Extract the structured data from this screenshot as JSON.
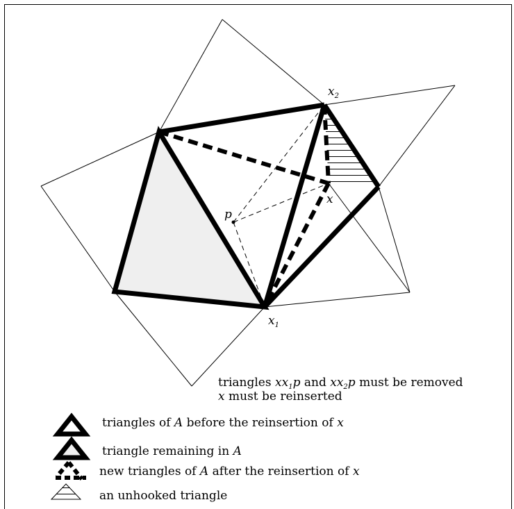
{
  "labels": {
    "x2_base": "x",
    "x2_sub": "2",
    "x1_base": "x",
    "x1_sub": "1",
    "x": "x",
    "p": "p"
  },
  "note": {
    "line1_a": "triangles ",
    "line1_b": "xx",
    "line1_c": "1",
    "line1_d": "p",
    "line1_e": " and ",
    "line1_f": "xx",
    "line1_g": "2",
    "line1_h": "p",
    "line1_i": " must be removed",
    "line2_a": "x",
    "line2_b": " must be reinserted"
  },
  "legend": {
    "item1_a": "triangles of ",
    "item1_b": "A",
    "item1_c": " before the reinsertion of ",
    "item1_d": "x",
    "item2_a": "triangle remaining in ",
    "item2_b": "A",
    "item3_a": "new triangles of ",
    "item3_b": "A",
    "item3_c": " after the reinsertion of ",
    "item3_d": "x",
    "item4": "an unhooked triangle"
  }
}
